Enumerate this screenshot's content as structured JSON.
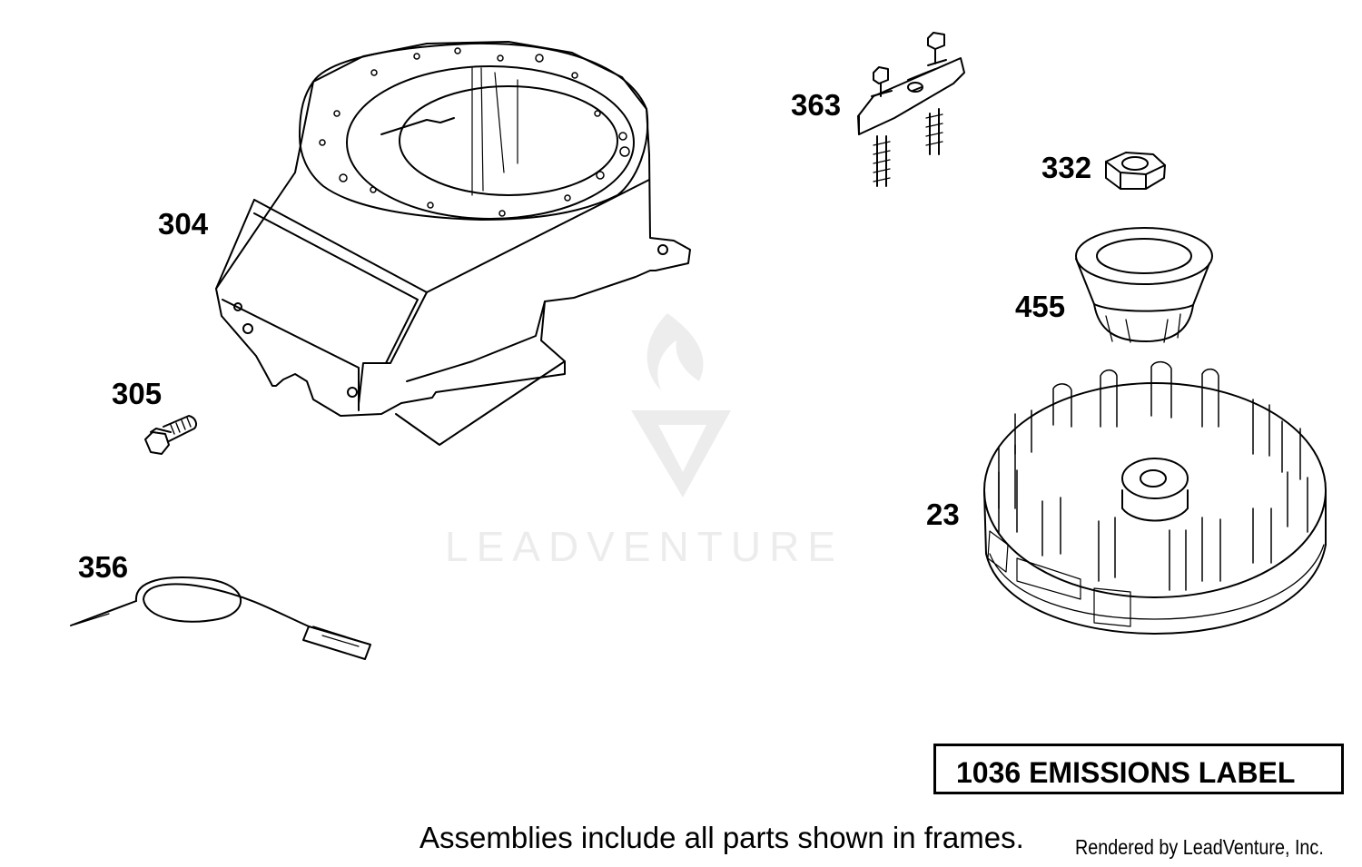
{
  "diagram": {
    "part_labels": {
      "p304": "304",
      "p305": "305",
      "p356": "356",
      "p363": "363",
      "p332": "332",
      "p455": "455",
      "p23": "23"
    },
    "watermark_text": "LEADVENTURE",
    "emissions_label": "1036 EMISSIONS LABEL",
    "footer_note": "Assemblies include all parts shown in frames.",
    "credit": "Rendered by LeadVenture, Inc."
  },
  "colors": {
    "line": "#000000",
    "background": "#ffffff",
    "watermark": "#ececec"
  },
  "icons": {
    "logo": "flame-v-logo-icon"
  }
}
